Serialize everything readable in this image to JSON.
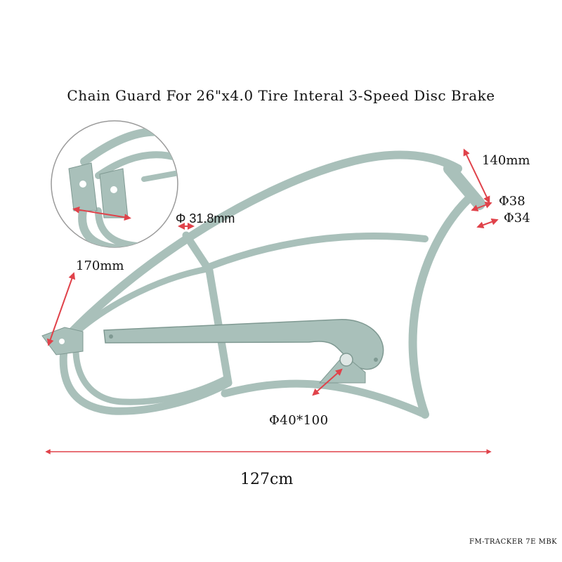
{
  "title": "Chain Guard For 26\"x4.0 Tire Interal 3-Speed Disc Brake",
  "dimensions": {
    "head_tube_length": "140mm",
    "head_tube_outer": "Φ38",
    "head_tube_inner": "Φ34",
    "seat_tube": "Φ 31.8mm",
    "dropout_width": "170mm",
    "bottom_bracket": "Φ40*100",
    "overall_length": "127cm"
  },
  "model": "FM-TRACKER 7E MBK",
  "colors": {
    "frame": "#a9c0ba",
    "frame_shadow": "#7f9992",
    "dimension_arrow": "#e0424a",
    "text": "#111111"
  }
}
